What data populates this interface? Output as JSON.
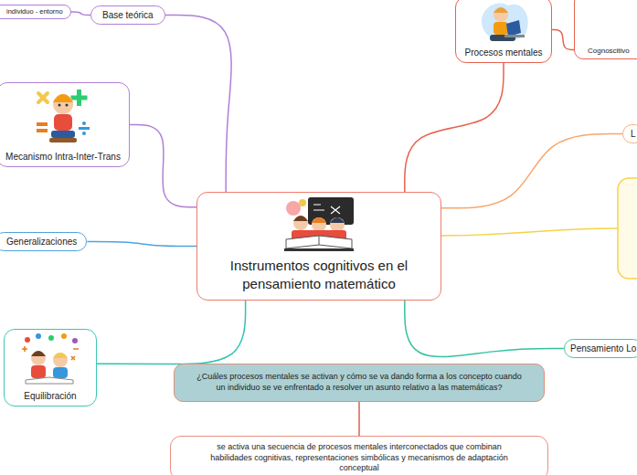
{
  "diagram": {
    "title": "Instrumentos cognitivos en el pensamiento matemático",
    "nodes": [
      {
        "text": [
          "Instrumentos cognitivos en el pensamiento matemático"
        ]
      },
      {
        "text": [
          "Base teórica"
        ]
      },
      {
        "text": [
          "individuo - entorno"
        ]
      },
      {
        "text": [
          "Mecanismo Intra-Inter-Trans"
        ]
      },
      {
        "text": [
          "Generalizaciones"
        ]
      },
      {
        "text": [
          "Equilibración"
        ]
      },
      {
        "text": [
          "Procesos mentales"
        ]
      },
      {
        "text": [
          "Cognoscitivo"
        ]
      },
      {
        "text": [
          "L"
        ]
      },
      {
        "text": [
          "Pensamiento Lo"
        ]
      },
      {
        "text": [
          "¿Cuáles procesos mentales se activan y cómo se va dando forma a  los concepto cuando un individuo se ve enfrentado a resolver un asunto relativo a las matemáticas?"
        ]
      },
      {
        "text": [
          "se activa una secuencia de procesos mentales interconectados que combinan habilidades cognitivas, representaciones simbólicas y mecanismos de adaptación conceptual"
        ]
      }
    ],
    "edges": [
      {
        "from": 0,
        "to": 1,
        "arrow": "none"
      },
      {
        "from": 1,
        "to": 2,
        "arrow": "none"
      },
      {
        "from": 0,
        "to": 3,
        "arrow": "none"
      },
      {
        "from": 0,
        "to": 4,
        "arrow": "none"
      },
      {
        "from": 0,
        "to": 5,
        "arrow": "none"
      },
      {
        "from": 0,
        "to": 6,
        "arrow": "none"
      },
      {
        "from": 6,
        "to": 7,
        "arrow": "none"
      },
      {
        "from": 0,
        "to": 8,
        "arrow": "none"
      },
      {
        "from": 0,
        "to": 9,
        "arrow": "none"
      },
      {
        "from": 10,
        "to": 11,
        "arrow": "none"
      }
    ]
  }
}
